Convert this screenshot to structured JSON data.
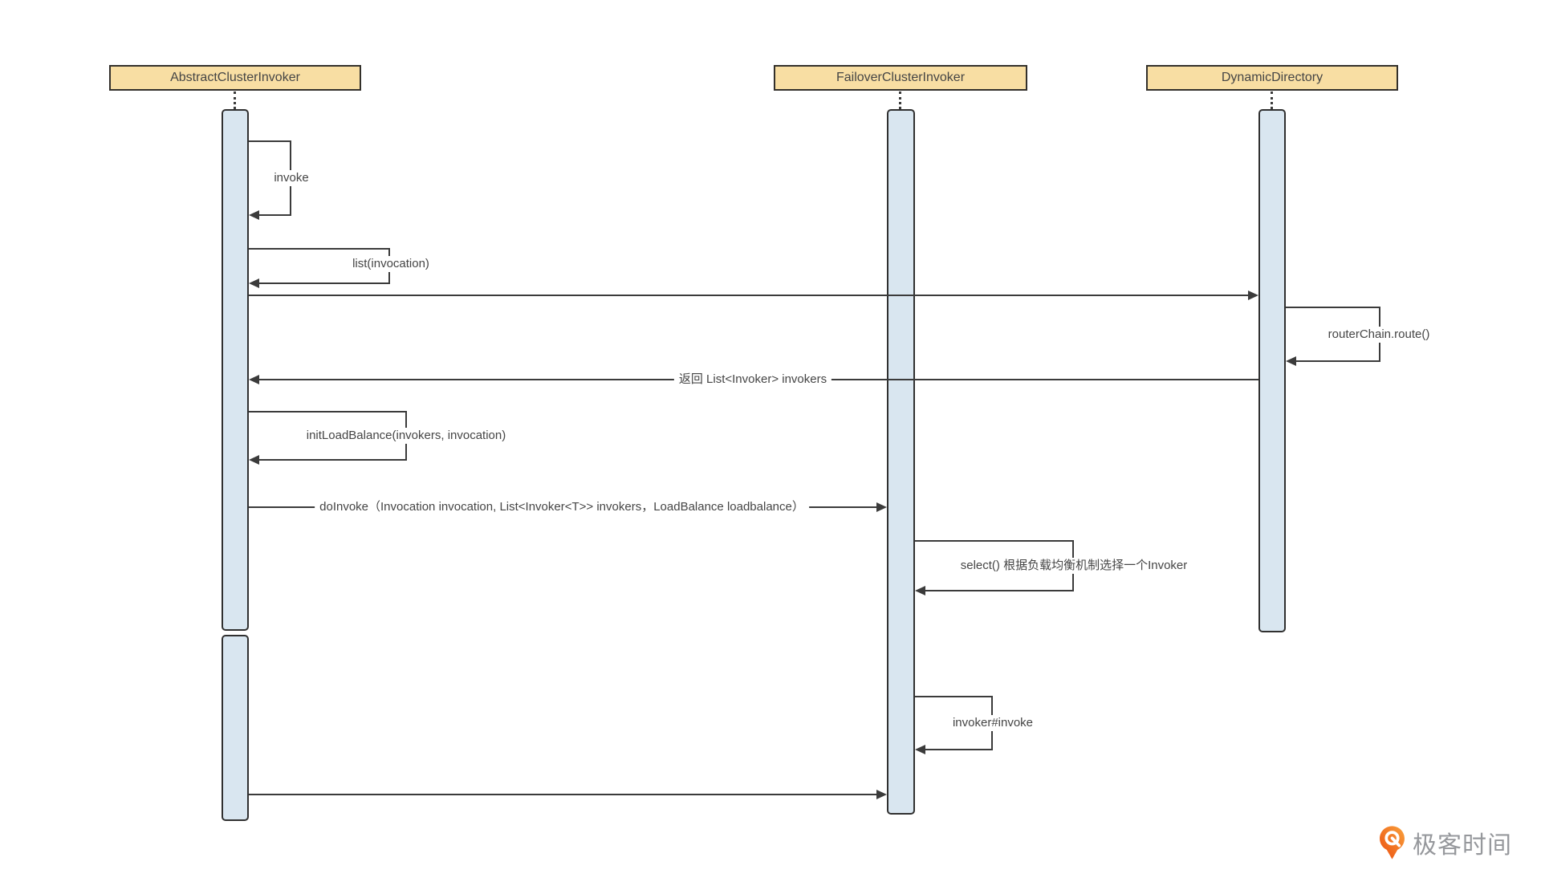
{
  "participants": [
    {
      "name": "AbstractClusterInvoker"
    },
    {
      "name": "FailoverClusterInvoker"
    },
    {
      "name": "DynamicDirectory"
    }
  ],
  "messages": [
    {
      "kind": "self",
      "on": "AbstractClusterInvoker",
      "label": "invoke"
    },
    {
      "kind": "self",
      "on": "AbstractClusterInvoker",
      "label": "list(invocation)"
    },
    {
      "kind": "call",
      "from": "AbstractClusterInvoker",
      "to": "DynamicDirectory"
    },
    {
      "kind": "self",
      "on": "DynamicDirectory",
      "label": "routerChain.route()"
    },
    {
      "kind": "return",
      "from": "DynamicDirectory",
      "to": "AbstractClusterInvoker",
      "label": "返回 List<Invoker> invokers"
    },
    {
      "kind": "self",
      "on": "AbstractClusterInvoker",
      "label": "initLoadBalance(invokers, invocation)"
    },
    {
      "kind": "call",
      "from": "AbstractClusterInvoker",
      "to": "FailoverClusterInvoker",
      "label": "doInvoke（Invocation invocation, List<Invoker<T>> invokers，LoadBalance loadbalance）"
    },
    {
      "kind": "self",
      "on": "FailoverClusterInvoker",
      "label": "select() 根据负载均衡机制选择一个Invoker"
    },
    {
      "kind": "self",
      "on": "FailoverClusterInvoker",
      "label": "invoker#invoke"
    },
    {
      "kind": "call",
      "from": "AbstractClusterInvoker",
      "to": "FailoverClusterInvoker"
    }
  ],
  "watermark": {
    "brand": "极客时间"
  },
  "colors": {
    "participant_fill": "#F8DEA3",
    "participant_border": "#33302B",
    "activation_fill": "#D9E6F0",
    "activation_border": "#303030",
    "line": "#3B3B3B",
    "text": "#454545",
    "brand_orange_start": "#F9A13C",
    "brand_orange_end": "#EB4E10",
    "brand_text": "#96989C"
  }
}
